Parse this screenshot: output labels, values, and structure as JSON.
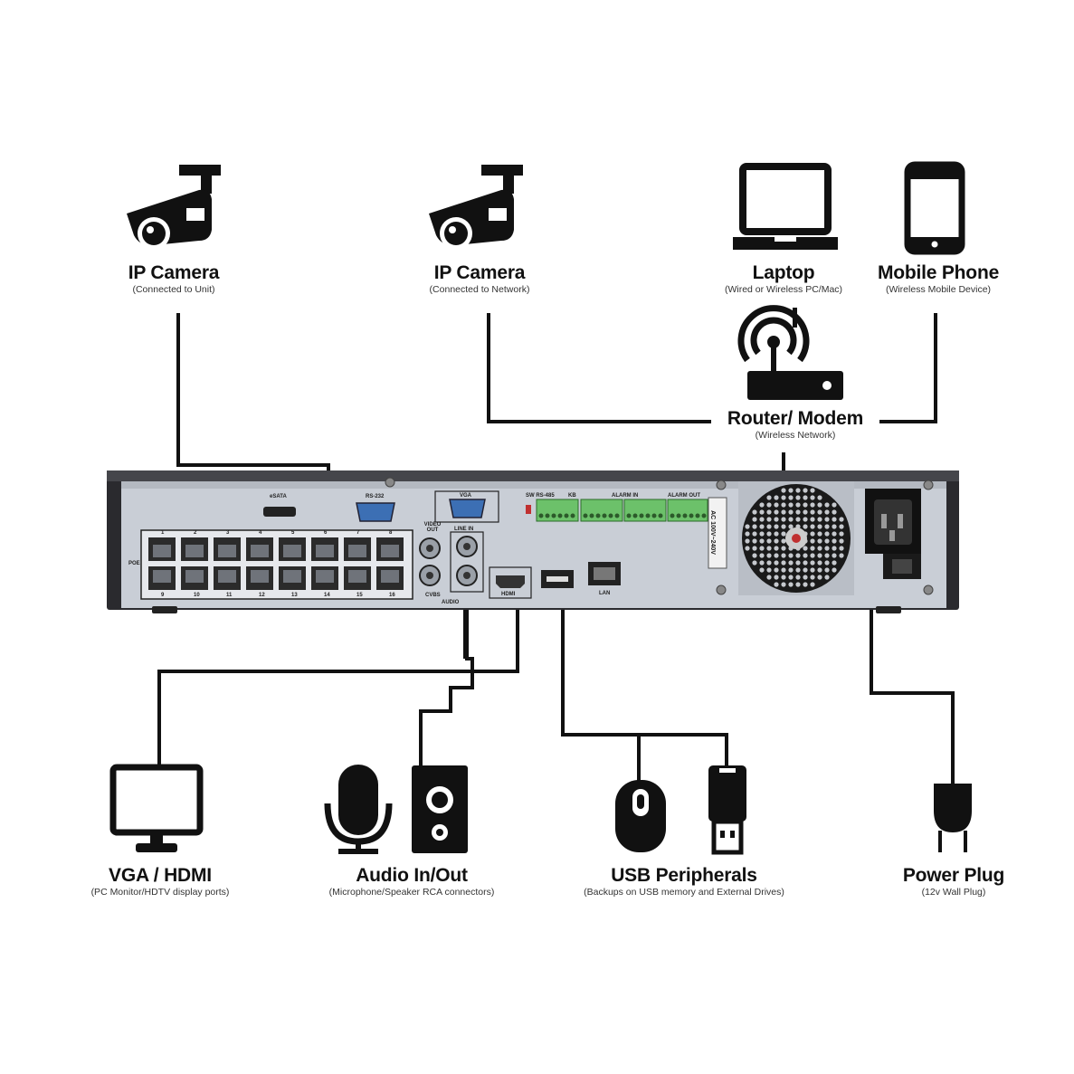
{
  "devices": {
    "ip_camera_unit": {
      "title": "IP Camera",
      "subtitle": "(Connected to Unit)"
    },
    "ip_camera_network": {
      "title": "IP Camera",
      "subtitle": "(Connected to Network)"
    },
    "laptop": {
      "title": "Laptop",
      "subtitle": "(Wired or Wireless PC/Mac)"
    },
    "mobile_phone": {
      "title": "Mobile Phone",
      "subtitle": "(Wireless Mobile Device)"
    },
    "router": {
      "title": "Router/ Modem",
      "subtitle": "(Wireless Network)"
    },
    "vga_hdmi": {
      "title": "VGA / HDMI",
      "subtitle": "(PC Monitor/HDTV display ports)"
    },
    "audio": {
      "title": "Audio In/Out",
      "subtitle": "(Microphone/Speaker RCA connectors)"
    },
    "usb": {
      "title": "USB Peripherals",
      "subtitle": "(Backups on USB memory and External Drives)"
    },
    "power": {
      "title": "Power Plug",
      "subtitle": "(12v Wall Plug)"
    }
  },
  "panel": {
    "esata": "eSATA",
    "rs232": "RS-232",
    "vga": "VGA",
    "video_out": "VIDEO OUT",
    "line_in": "LINE IN",
    "audio": "AUDIO",
    "cvbs": "CVBS",
    "hdmi": "HDMI",
    "lan": "LAN",
    "rs485": "SW RS-485",
    "kb": "KB",
    "alarm_in": "ALARM IN",
    "alarm_out": "ALARM OUT",
    "poe": "POE",
    "voltage": "AC 100V~240V",
    "port_numbers_top": [
      "1",
      "2",
      "3",
      "4",
      "5",
      "6",
      "7",
      "8"
    ],
    "port_numbers_bottom": [
      "9",
      "10",
      "11",
      "12",
      "13",
      "14",
      "15",
      "16"
    ]
  },
  "colors": {
    "line": "#111111",
    "panel_face": "#c9ced6",
    "chassis": "#2a2a2e",
    "terminal_green": "#6cc16a",
    "connector_blue": "#3c6fb4"
  }
}
